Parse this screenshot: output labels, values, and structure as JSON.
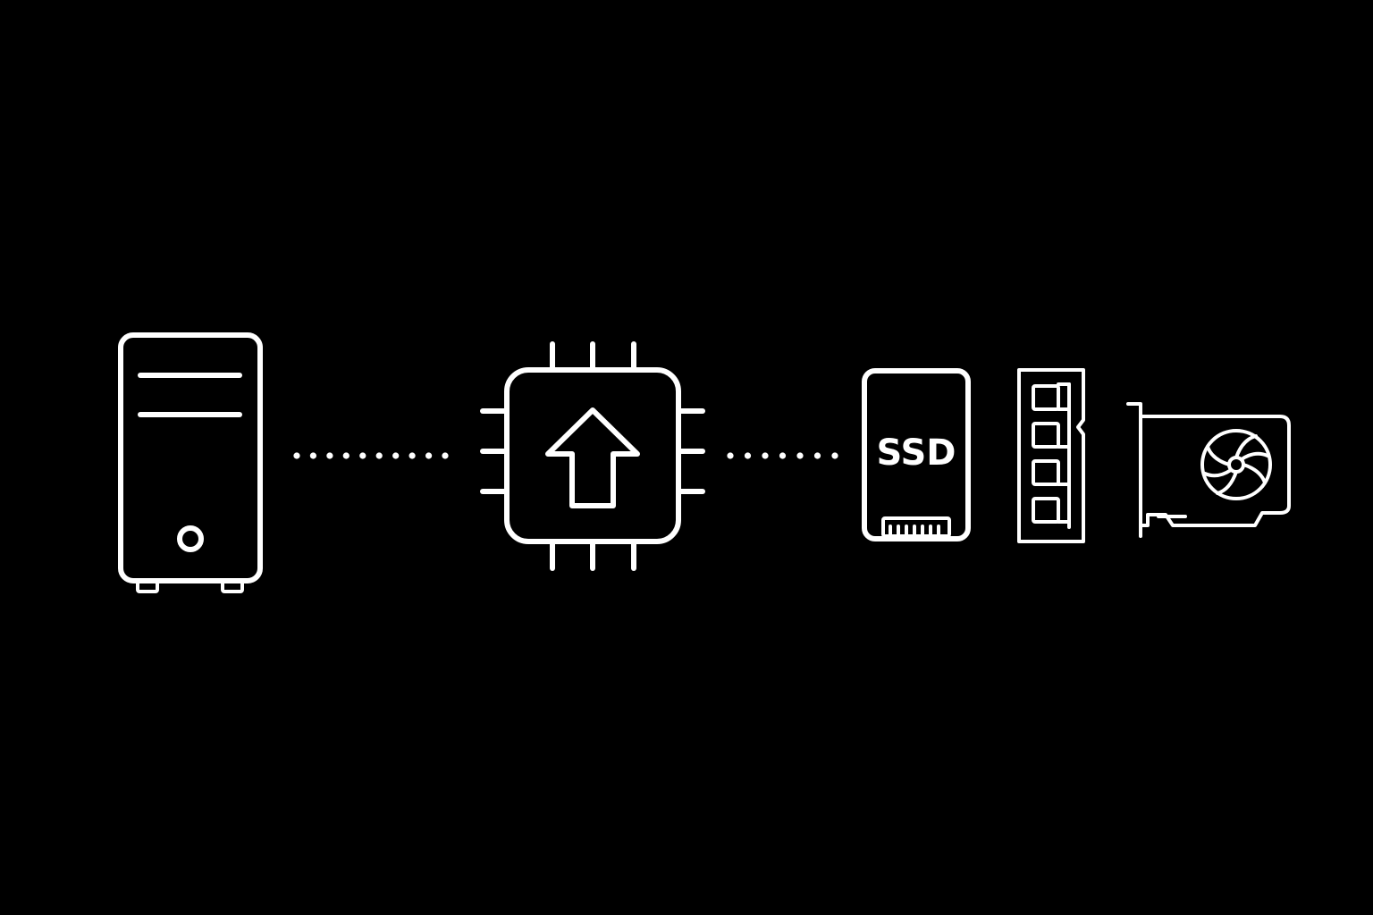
{
  "diagram": {
    "background": "#000000",
    "stroke_color": "#ffffff",
    "nodes": [
      {
        "id": "pc",
        "icon": "desktop-tower-icon"
      },
      {
        "id": "cpu",
        "icon": "cpu-upgrade-icon"
      },
      {
        "id": "ssd",
        "icon": "ssd-icon",
        "label": "SSD"
      },
      {
        "id": "ram",
        "icon": "ram-module-icon"
      },
      {
        "id": "gpu",
        "icon": "graphics-card-icon"
      }
    ],
    "connectors": [
      {
        "from": "pc",
        "to": "cpu",
        "style": "dotted"
      },
      {
        "from": "cpu",
        "to": "ssd",
        "style": "dotted"
      }
    ]
  }
}
